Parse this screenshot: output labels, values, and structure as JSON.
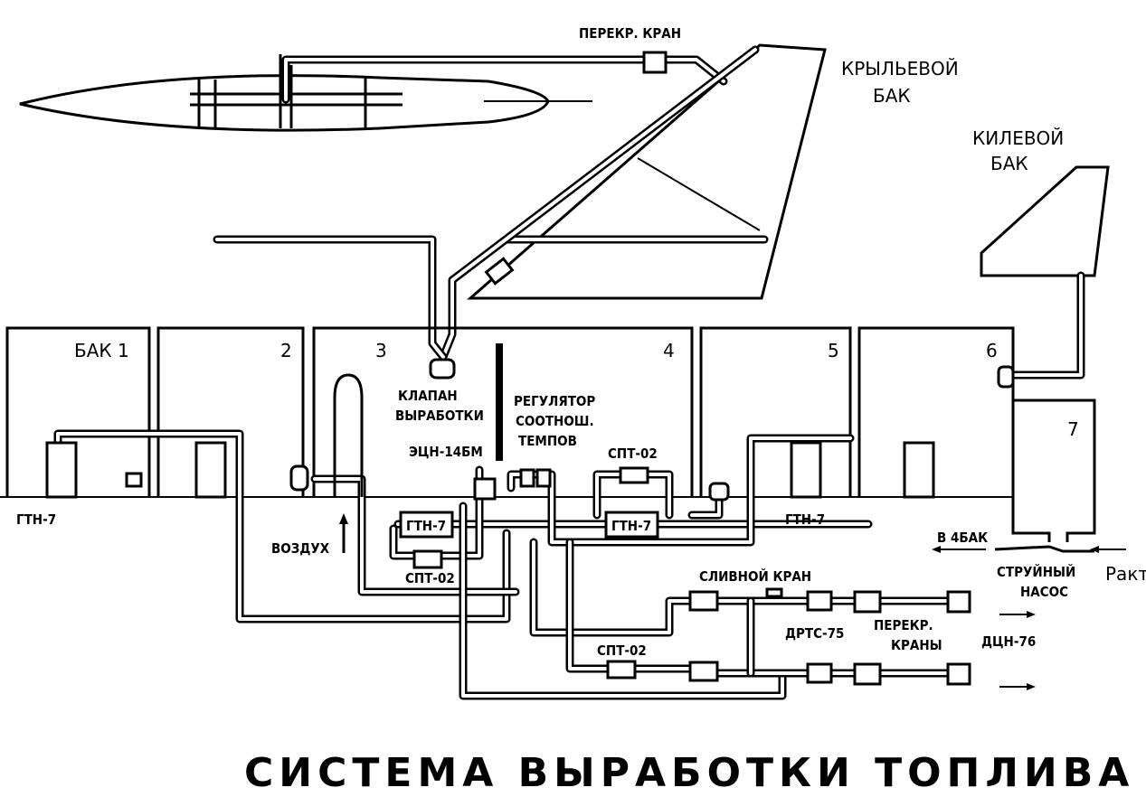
{
  "title": "СИСТЕМА ВЫРАБОТКИ ТОПЛИВА",
  "tanks": {
    "tank1": "БАК 1",
    "tank2": "2",
    "tank3": "3",
    "tank4": "4",
    "tank5": "5",
    "tank6": "6",
    "tank7": "7",
    "wing_tank": [
      "КРЫЛЬЕВОЙ",
      "БАК"
    ],
    "fin_tank": [
      "КИЛЕВОЙ",
      "БАК"
    ]
  },
  "labels": {
    "shutoff_valve_top": "ПЕРЕКР. КРАН",
    "depletion_valve": [
      "КЛАПАН",
      "ВЫРАБОТКИ"
    ],
    "flow_ratio_regulator": [
      "РЕГУЛЯТОР",
      "СООТНОШ.",
      "ТЕМПОВ"
    ],
    "ecn": "ЭЦН-14БМ",
    "spt_top": "СПТ-02",
    "spt_left": "СПТ-02",
    "spt_bottom": "СПТ-02",
    "gtn_left": "ГТН-7",
    "gtn_mid_left": "ГТН-7",
    "gtn_mid_right": "ГТН-7",
    "gtn_right": "ГТН-7",
    "air": "ВОЗДУХ",
    "drain_valve": "СЛИВНОЙ КРАН",
    "drts": "ДРТС-75",
    "shutoff_valves": [
      "ПЕРЕКР.",
      "КРАНЫ"
    ],
    "dcn": "ДЦН-76",
    "to_tank4": "В 4БАК",
    "jet_pump": [
      "СТРУЙНЫЙ",
      "НАСОС"
    ],
    "p_act": "Ракт"
  }
}
